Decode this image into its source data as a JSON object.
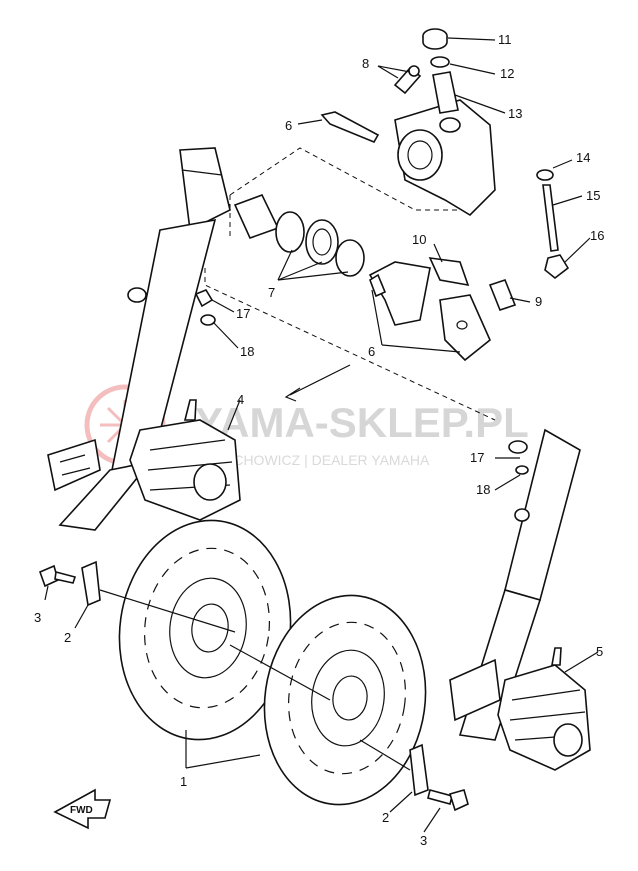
{
  "watermark": {
    "brand": "YAMA-SKLEP.PL",
    "subline": "CIECHOWICZ | DEALER YAMAHA",
    "logo_color": "#e87070"
  },
  "fwd_label": "FWD",
  "callouts": {
    "c1": "1",
    "c2a": "2",
    "c2b": "2",
    "c3a": "3",
    "c3b": "3",
    "c4": "4",
    "c5": "5",
    "c6a": "6",
    "c6b": "6",
    "c7": "7",
    "c8": "8",
    "c9": "9",
    "c10": "10",
    "c11": "11",
    "c12": "12",
    "c13": "13",
    "c14": "14",
    "c15": "15",
    "c16": "16",
    "c17a": "17",
    "c17b": "17",
    "c18a": "18",
    "c18b": "18"
  }
}
